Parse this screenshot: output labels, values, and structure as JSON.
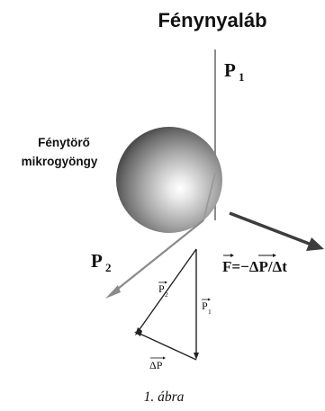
{
  "labels": {
    "beam": "Fénynyaláb",
    "bead_line1": "Fénytörő",
    "bead_line2": "mikrogyöngy",
    "p1_big": "P",
    "p1_big_sub": "1",
    "p2_big": "P",
    "p2_big_sub": "2",
    "force_F": "F",
    "force_eq": "=",
    "force_minus": "−",
    "force_delta": "Δ",
    "force_P": "P",
    "force_div": "/Δt",
    "tri_p1": "P",
    "tri_p1_sub": "1",
    "tri_p2": "P",
    "tri_p2_sub": "2",
    "tri_dp_delta": "Δ",
    "tri_dp_P": "P",
    "caption": "1. ábra"
  },
  "colors": {
    "beam_line": "#8c8c8c",
    "incoming_ray": "#9a9a9a",
    "outgoing_ray": "#8a8a8a",
    "force_arrow": "#3d3d3d",
    "triangle": "#222222",
    "text": "#111111"
  }
}
